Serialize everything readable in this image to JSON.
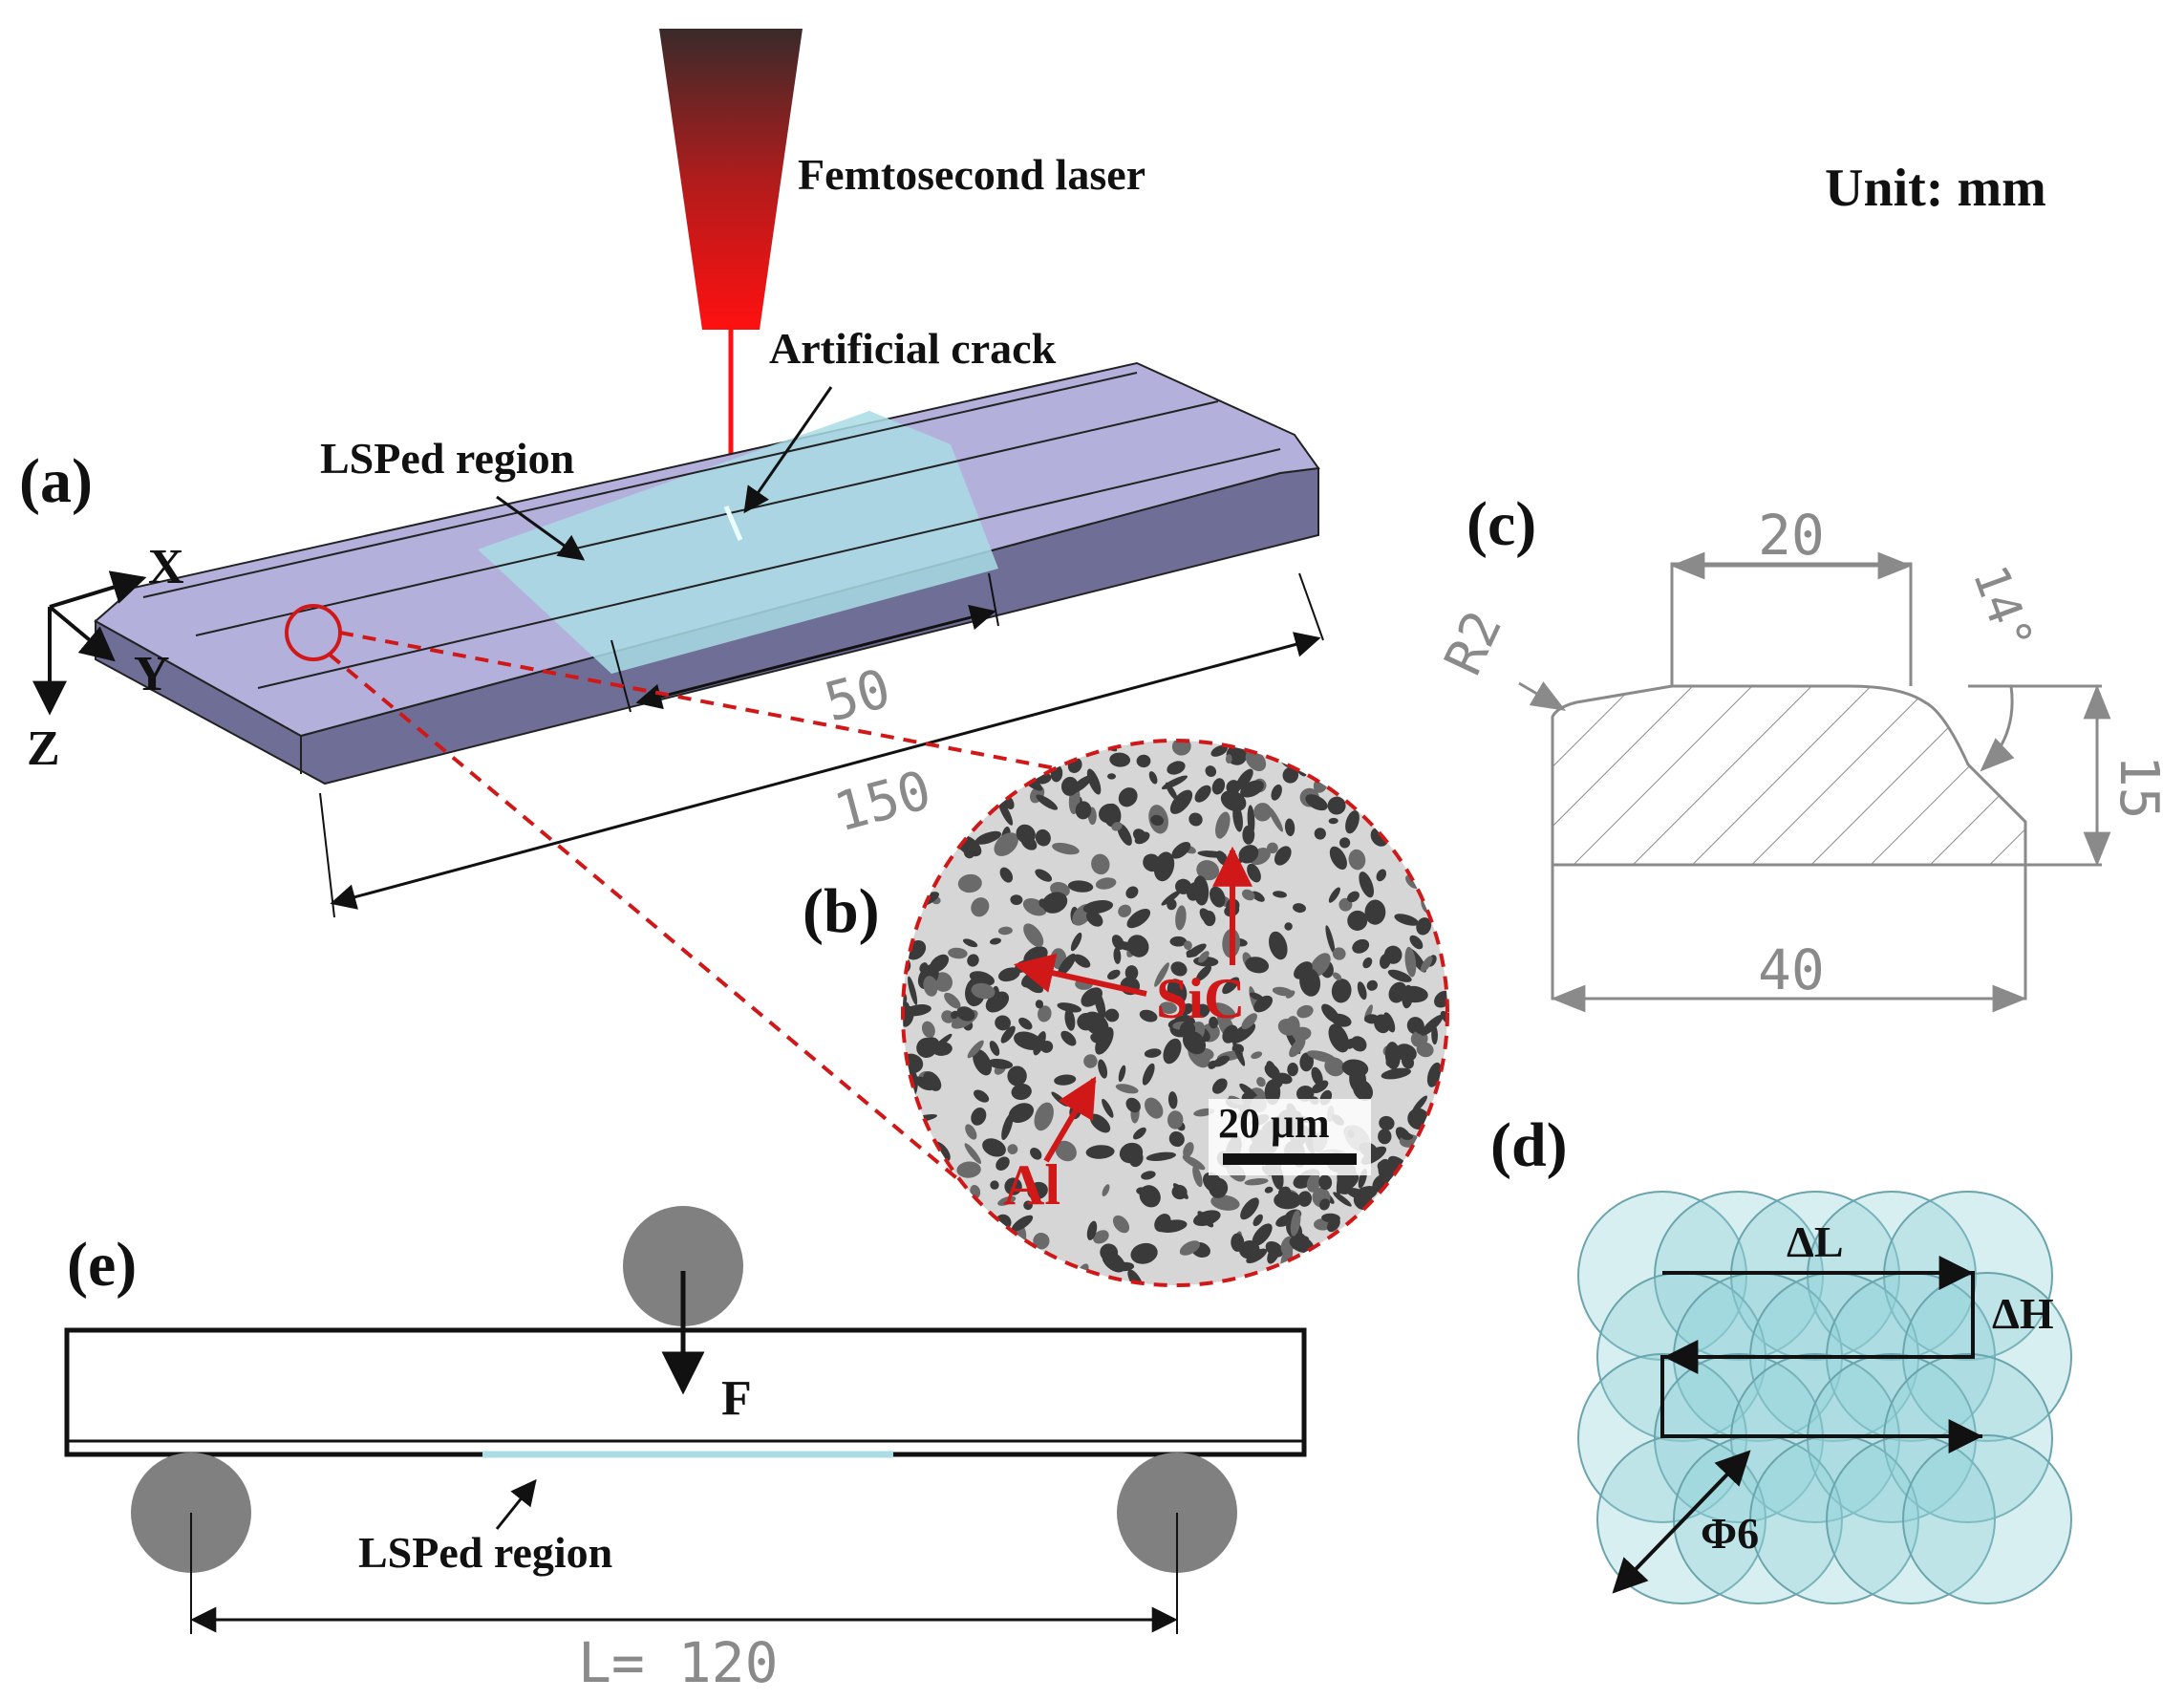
{
  "labels": {
    "laser": "Femtosecond laser",
    "unit": "Unit: mm",
    "artificial_crack": "Artificial crack",
    "lsped_region_a": "LSPed region",
    "panel_a": "(a)",
    "panel_b": "(b)",
    "panel_c": "(c)",
    "panel_d": "(d)",
    "panel_e": "(e)",
    "axis_x": "X",
    "axis_y": "Y",
    "axis_z": "Z",
    "dim_50": "50",
    "dim_150": "150",
    "sic": "SiC",
    "al": "Al",
    "scale_bar": "20 μm",
    "dim_c_20": "20",
    "dim_c_r2": "R2",
    "dim_c_14": "14°",
    "dim_c_15": "15",
    "dim_c_40": "40",
    "delta_l": "ΔL",
    "delta_h": "ΔH",
    "phi6": "Φ6",
    "force": "F",
    "lsped_region_e": "LSPed region",
    "span": "L= 120"
  },
  "colors": {
    "laser_top": "#3a2a2a",
    "laser_bottom": "#ff1010",
    "specimen_top": "#b3b1dc",
    "specimen_side": "#6e6e96",
    "lsped_fill": "#a9dce4",
    "spot_fill": "#8fd0d8",
    "spot_stroke": "#6aa4ad",
    "roller": "#808080",
    "annotation_red": "#d01818"
  }
}
